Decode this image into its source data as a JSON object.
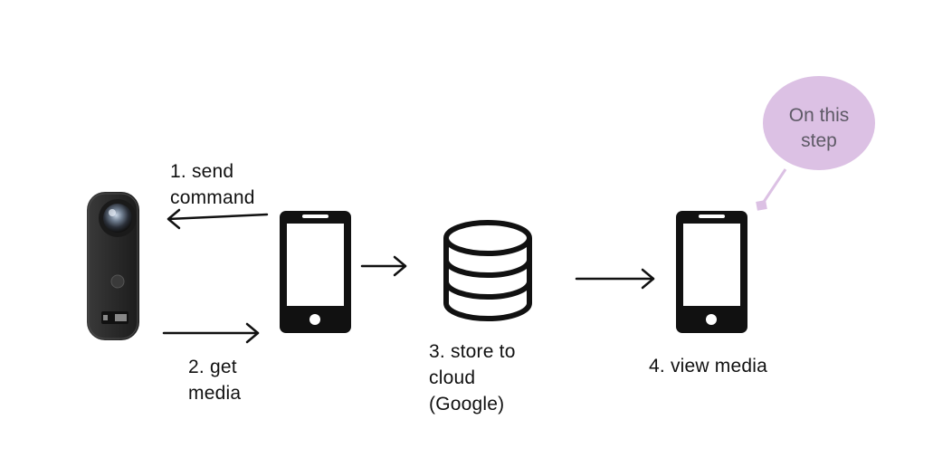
{
  "steps": [
    {
      "label": "1. send\n   command"
    },
    {
      "label": "2. get\nmedia"
    },
    {
      "label": "3. store to\ncloud\n(Google)"
    },
    {
      "label": "4. view media"
    }
  ],
  "callout": {
    "text": "On this\nstep"
  },
  "icons": {
    "camera": "360-camera-icon",
    "phone": "smartphone-icon",
    "database": "database-icon",
    "arrow": "arrow-icon"
  },
  "colors": {
    "ink": "#111111",
    "callout_fill": "#dcc1e4",
    "callout_text": "#5e5a66",
    "camera_body": "#2b2b2b"
  }
}
